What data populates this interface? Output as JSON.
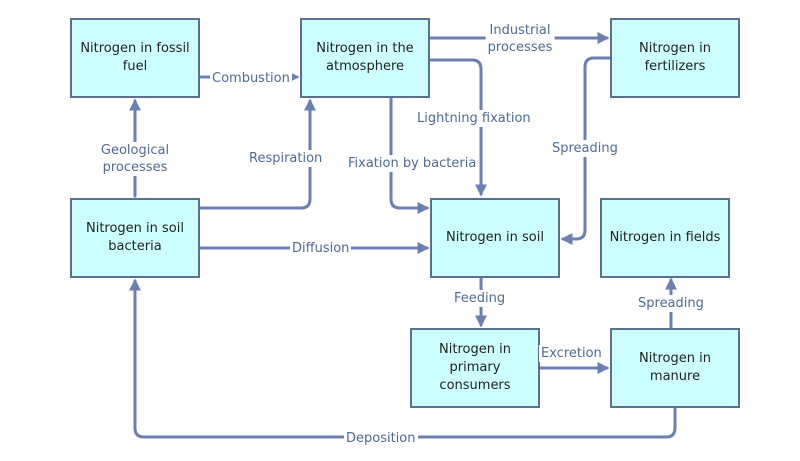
{
  "colors": {
    "node_fill": "#ccffff",
    "node_border": "#59708e",
    "arrow": "#6b7fb3",
    "label": "#4f6a92"
  },
  "nodes": {
    "fossil": "Nitrogen in fossil fuel",
    "atmosphere": "Nitrogen in the atmosphere",
    "fertilizers": "Nitrogen in fertilizers",
    "soil_bacteria": "Nitrogen in soil bacteria",
    "soil": "Nitrogen in soil",
    "fields": "Nitrogen in fields",
    "primary": "Nitrogen in primary consumers",
    "manure": "Nitrogen in manure"
  },
  "edges": {
    "combustion": "Combustion",
    "industrial_1": "Industrial",
    "industrial_2": "processes",
    "lightning": "Lightning fixation",
    "spreading_fert": "Spreading",
    "geological_1": "Geological",
    "geological_2": "processes",
    "respiration": "Respiration",
    "fixation_bacteria": "Fixation by bacteria",
    "diffusion": "Diffusion",
    "feeding": "Feeding",
    "spreading_fields": "Spreading",
    "excretion": "Excretion",
    "deposition": "Deposition"
  }
}
